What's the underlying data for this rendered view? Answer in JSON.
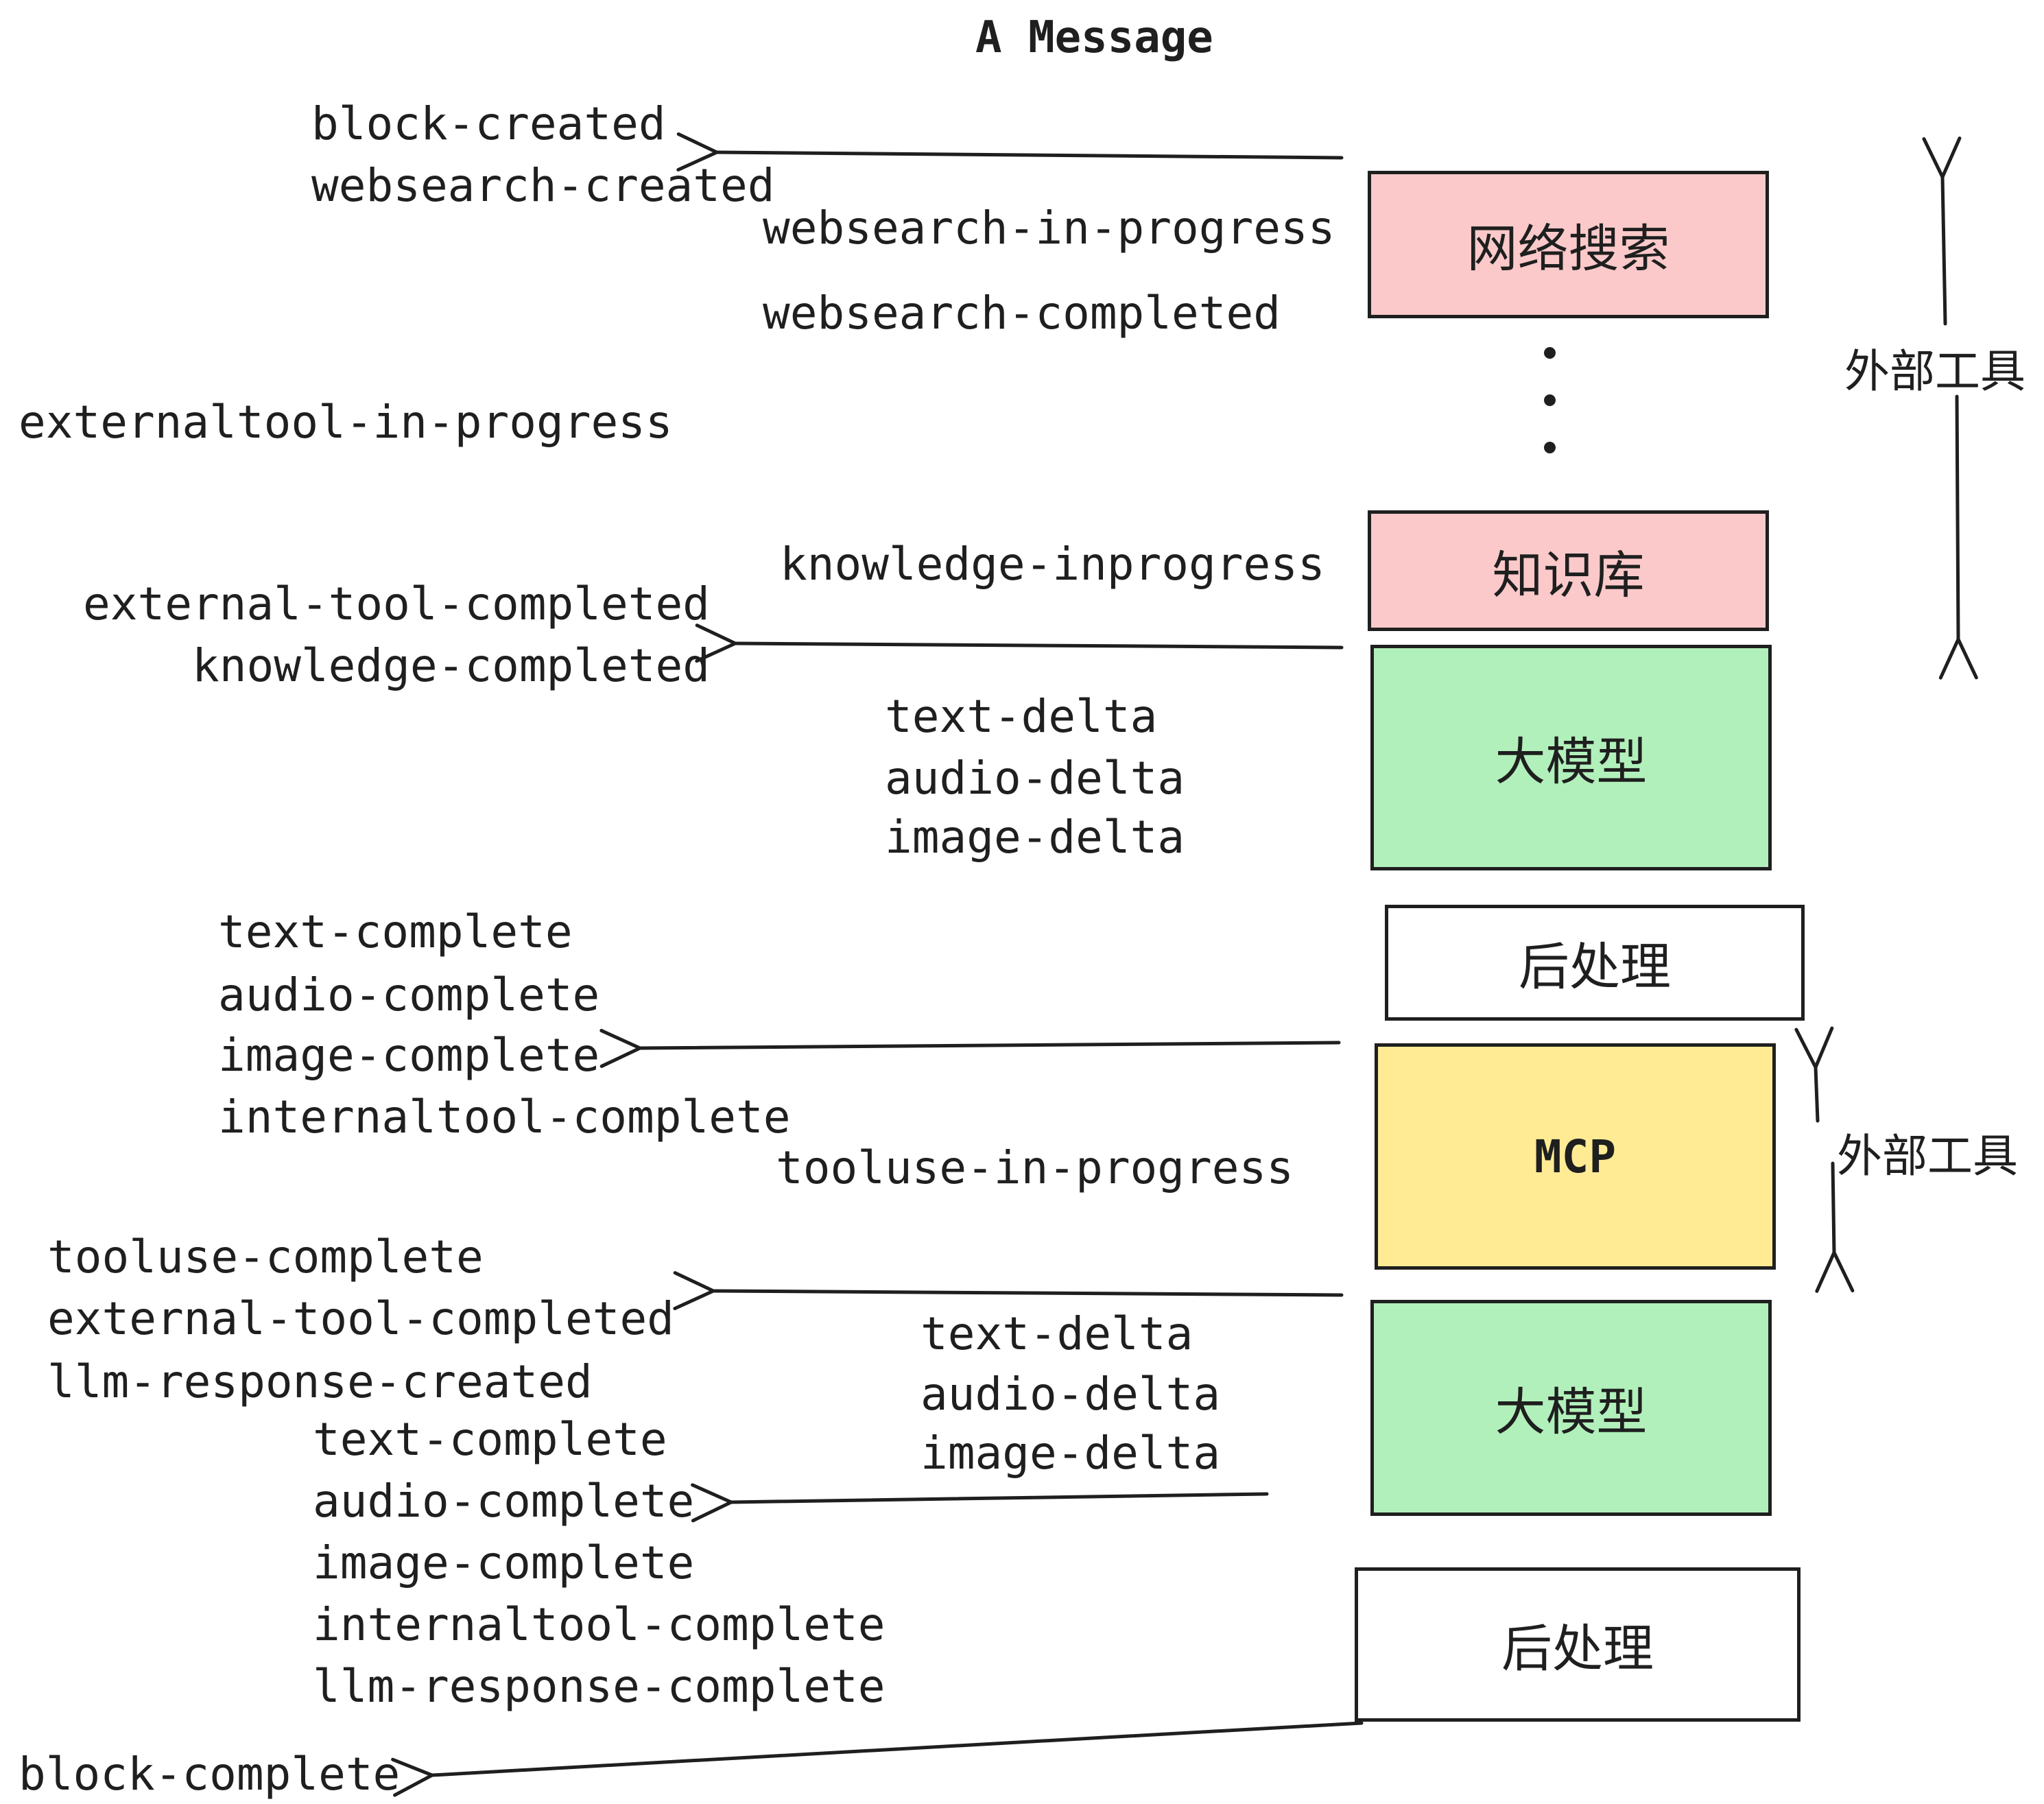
{
  "title": "A Message",
  "colors": {
    "background": "#FFFFFF",
    "ink": "#1F1F1F",
    "pink_box": "#FBC9C9",
    "green_box": "#B2F0BB",
    "yellow_box": "#FEEB94",
    "white_box": "#FFFFFF"
  },
  "events": {
    "block_created": "block-created",
    "websearch_created": "websearch-created",
    "websearch_in_progress": "websearch-in-progress",
    "websearch_completed": "websearch-completed",
    "externaltool_in_progress": "externaltool-in-progress",
    "knowledge_inprogress": "knowledge-inprogress",
    "external_tool_completed": "external-tool-completed",
    "knowledge_completed": "knowledge-completed",
    "text_delta": "text-delta",
    "audio_delta": "audio-delta",
    "image_delta": "image-delta",
    "text_complete": "text-complete",
    "audio_complete": "audio-complete",
    "image_complete": "image-complete",
    "internaltool_complete": "internaltool-complete",
    "tooluse_in_progress": "tooluse-in-progress",
    "tooluse_complete": "tooluse-complete",
    "llm_response_created": "llm-response-created",
    "llm_response_complete": "llm-response-complete",
    "block_complete": "block-complete"
  },
  "boxes": {
    "websearch": {
      "label": "网络搜索",
      "color": "#FBC9C9"
    },
    "knowledge": {
      "label": "知识库",
      "color": "#FBC9C9"
    },
    "llm_top": {
      "label": "大模型",
      "color": "#B2F0BB"
    },
    "post_top": {
      "label": "后处理",
      "color": "#FFFFFF"
    },
    "mcp": {
      "label": "MCP",
      "color": "#FEEB94"
    },
    "llm_bottom": {
      "label": "大模型",
      "color": "#B2F0BB"
    },
    "post_bottom": {
      "label": "后处理",
      "color": "#FFFFFF"
    }
  },
  "annotations": {
    "external_tools_top": "外部工具",
    "external_tools_bottom": "外部工具"
  }
}
